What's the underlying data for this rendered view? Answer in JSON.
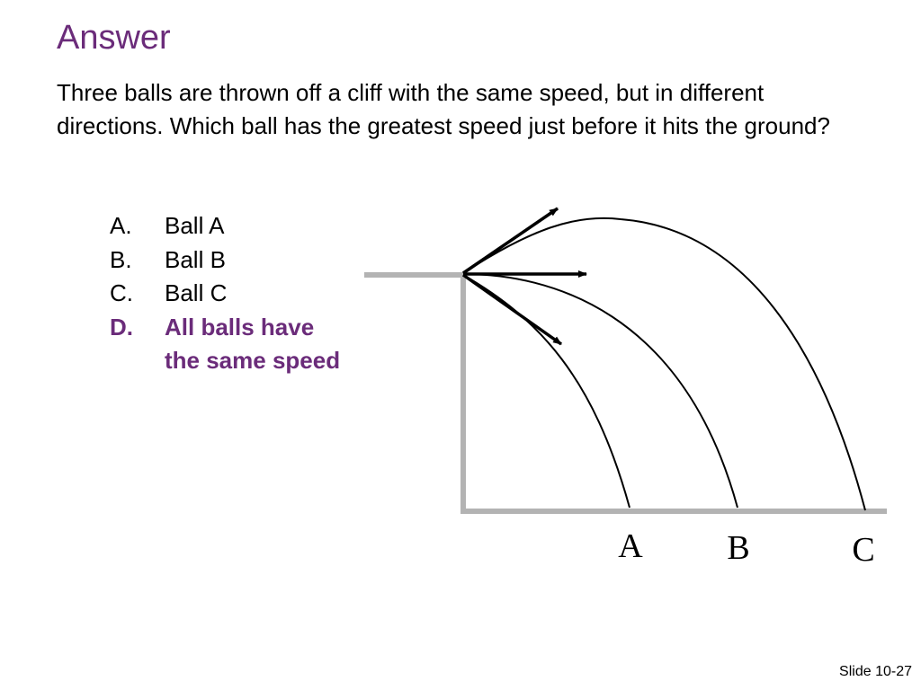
{
  "slide": {
    "title": "Answer",
    "question": "Three balls are thrown off a cliff with the same speed, but in different directions.  Which ball has the greatest speed just before it hits the ground?",
    "choices": [
      {
        "letter": "A.",
        "text": "Ball A",
        "correct": false
      },
      {
        "letter": "B.",
        "text": "Ball B",
        "correct": false
      },
      {
        "letter": "C.",
        "text": "Ball C",
        "correct": false
      },
      {
        "letter": "D.",
        "text": "All balls have\nthe same speed",
        "correct": true
      }
    ],
    "slide_number": "Slide 10-27"
  },
  "diagram": {
    "labels": {
      "a": "A",
      "b": "B",
      "c": "C"
    }
  },
  "colors": {
    "title": "#6b2c7a",
    "correct_answer": "#6b2c7a",
    "cliff": "#b3b3b3",
    "trajectory": "#000000"
  }
}
